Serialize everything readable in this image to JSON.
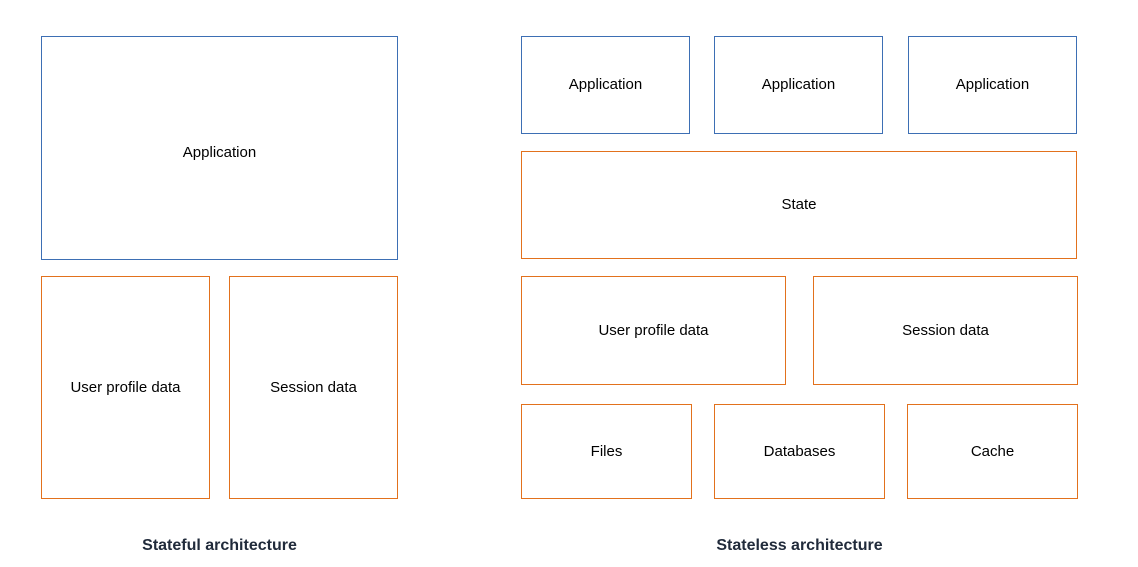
{
  "diagram": {
    "title_left": "Stateful architecture",
    "title_right": "Stateless architecture",
    "colors": {
      "blue_border": "#3d6fb4",
      "orange_border": "#e2711d",
      "caption_text": "#212b3b",
      "box_text": "#000000",
      "background": "#ffffff"
    }
  },
  "stateful": {
    "caption": "Stateful architecture",
    "application": {
      "label": "Application",
      "border": "blue"
    },
    "stores": [
      {
        "label": "User profile data",
        "border": "orange"
      },
      {
        "label": "Session data",
        "border": "orange"
      }
    ]
  },
  "stateless": {
    "caption": "Stateless architecture",
    "applications": [
      {
        "label": "Application",
        "border": "blue"
      },
      {
        "label": "Application",
        "border": "blue"
      },
      {
        "label": "Application",
        "border": "blue"
      }
    ],
    "state": {
      "label": "State",
      "border": "orange"
    },
    "state_stores": [
      {
        "label": "User profile data",
        "border": "orange"
      },
      {
        "label": "Session data",
        "border": "orange"
      }
    ],
    "backends": [
      {
        "label": "Files",
        "border": "orange"
      },
      {
        "label": "Databases",
        "border": "orange"
      },
      {
        "label": "Cache",
        "border": "orange"
      }
    ]
  }
}
